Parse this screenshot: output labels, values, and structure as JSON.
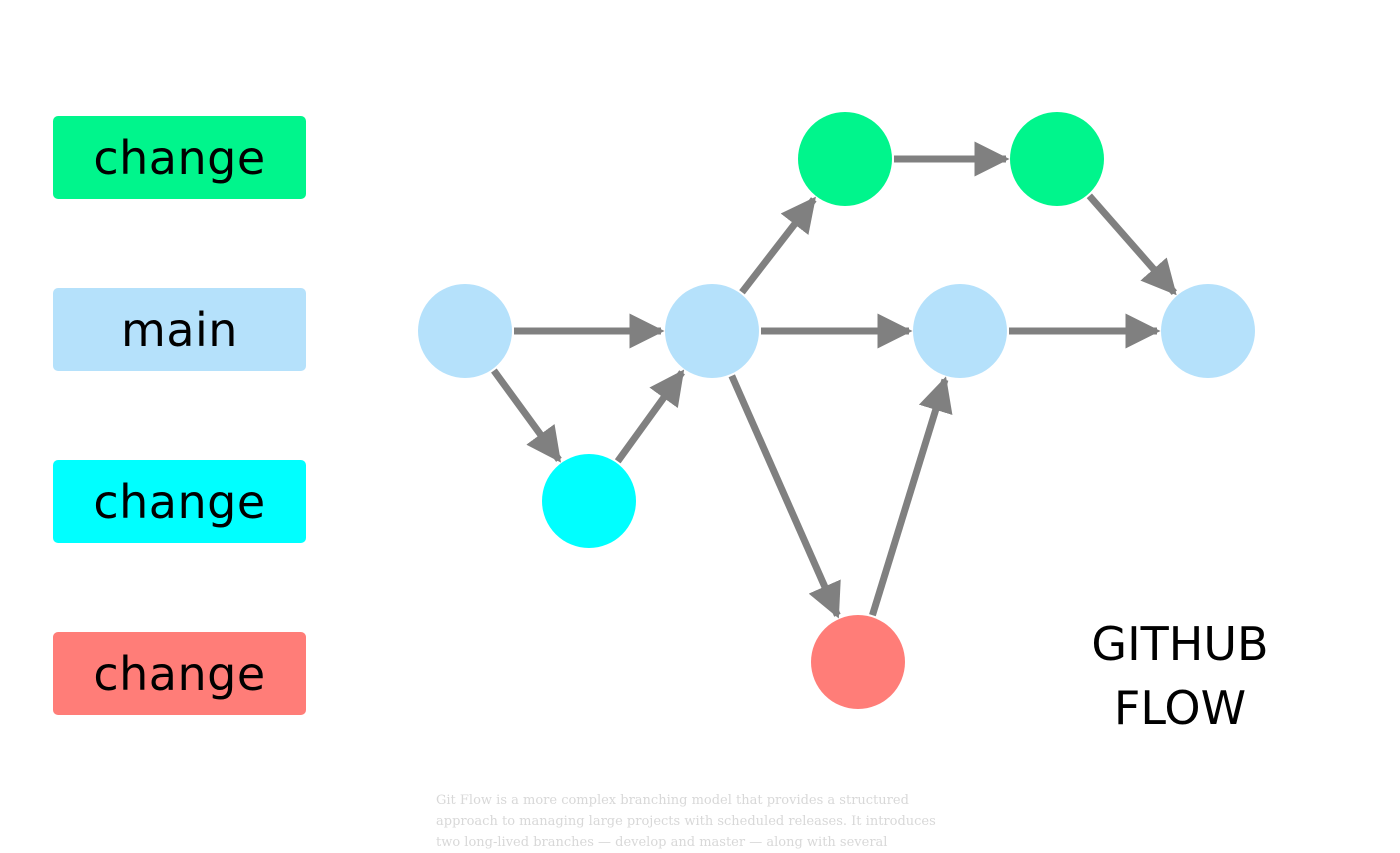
{
  "legend": [
    {
      "label": "change",
      "color": "#00f58c"
    },
    {
      "label": "main",
      "color": "#b5e1fb"
    },
    {
      "label": "change",
      "color": "#00ffff"
    },
    {
      "label": "change",
      "color": "#ff7d78"
    }
  ],
  "title": {
    "line1": "GITHUB",
    "line2": "FLOW"
  },
  "colors": {
    "main": "#b5e1fb",
    "green": "#00f58c",
    "cyan": "#00ffff",
    "red": "#ff7d78",
    "arrow": "#808080"
  },
  "nodes": [
    {
      "id": "m1",
      "branch": "main"
    },
    {
      "id": "m2",
      "branch": "main"
    },
    {
      "id": "m3",
      "branch": "main"
    },
    {
      "id": "m4",
      "branch": "main"
    },
    {
      "id": "c1",
      "branch": "cyan"
    },
    {
      "id": "g1",
      "branch": "green"
    },
    {
      "id": "g2",
      "branch": "green"
    },
    {
      "id": "r1",
      "branch": "red"
    }
  ],
  "edges": [
    {
      "from": "m1",
      "to": "m2"
    },
    {
      "from": "m2",
      "to": "m3"
    },
    {
      "from": "m3",
      "to": "m4"
    },
    {
      "from": "m1",
      "to": "c1"
    },
    {
      "from": "c1",
      "to": "m2"
    },
    {
      "from": "m2",
      "to": "g1"
    },
    {
      "from": "g1",
      "to": "g2"
    },
    {
      "from": "g2",
      "to": "m4"
    },
    {
      "from": "m2",
      "to": "r1"
    },
    {
      "from": "r1",
      "to": "m3"
    }
  ],
  "caption": {
    "line1": "Git Flow is a more complex branching model that provides a structured",
    "line2": "approach to managing large projects with scheduled releases. It introduces",
    "line3": "two long-lived branches — develop and master — along with several"
  }
}
